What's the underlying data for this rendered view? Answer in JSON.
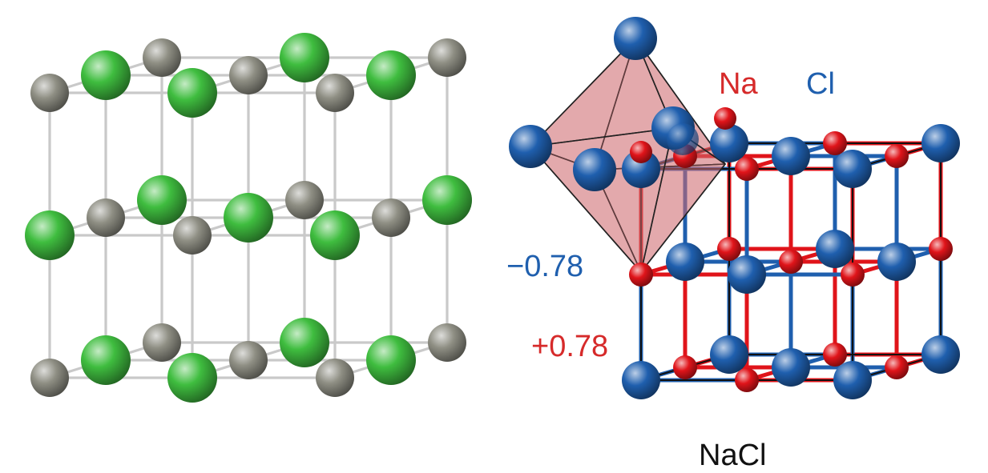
{
  "labels": {
    "na": "Na",
    "cl": "Cl",
    "neg_charge": "−0.78",
    "pos_charge": "+0.78",
    "title": "NaCl"
  },
  "colors": {
    "left_large_atom": "#3fbd3f",
    "left_small_atom": "#8f8f84",
    "left_bond": "#c9c9c9",
    "right_na_atom": "#e0141a",
    "right_cl_atom": "#1f5fae",
    "right_octahedron_fill": "#cf6b70",
    "label_na": "#d62a2a",
    "label_cl": "#1f5fae",
    "label_neg": "#1f5fae",
    "label_pos": "#d62a2a"
  }
}
